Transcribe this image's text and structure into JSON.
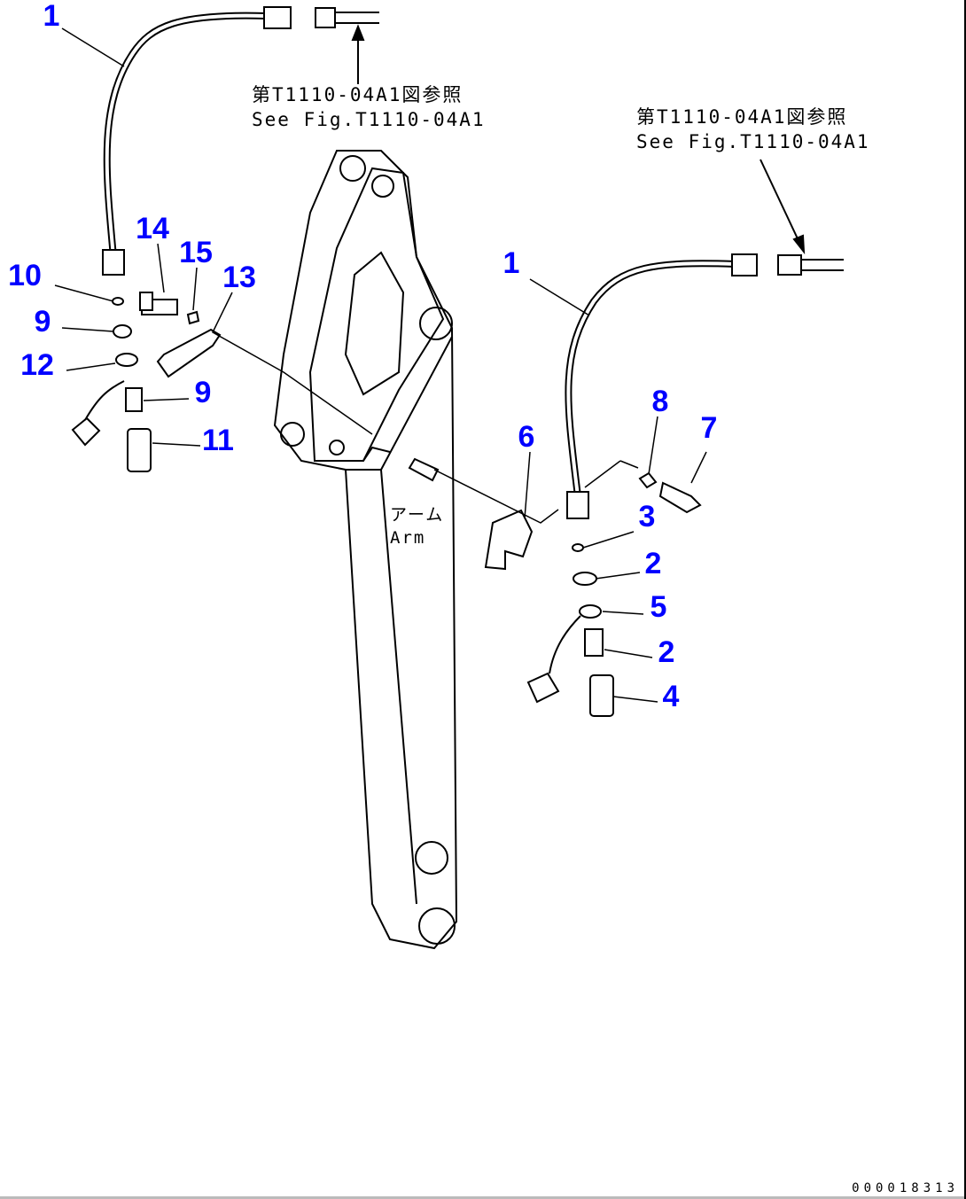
{
  "references": [
    {
      "jp": "第T1110-04A1図参照",
      "en": "See Fig.T1110-04A1"
    },
    {
      "jp": "第T1110-04A1図参照",
      "en": "See Fig.T1110-04A1"
    }
  ],
  "arm_label": {
    "jp": "アーム",
    "en": "Arm"
  },
  "callouts": [
    "1",
    "14",
    "15",
    "13",
    "10",
    "9",
    "12",
    "9",
    "11",
    "1",
    "8",
    "7",
    "6",
    "3",
    "2",
    "5",
    "2",
    "4"
  ],
  "figure_code": "000018313",
  "colors": {
    "callout": "#0000ff",
    "line": "#000000"
  }
}
